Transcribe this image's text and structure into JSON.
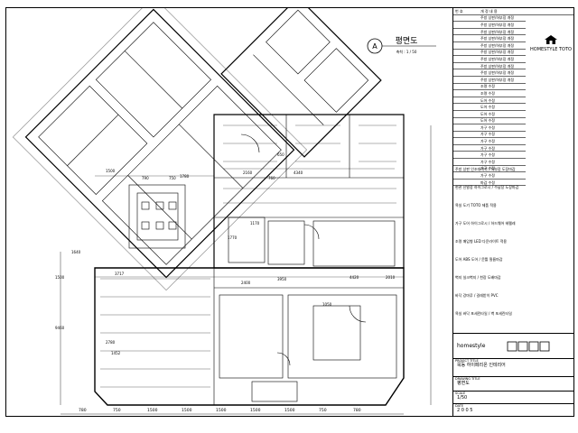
{
  "drawing": {
    "title": "평면도",
    "scale": "축척 : 1 / 50",
    "tag": "A"
  },
  "dimensions_bottom": [
    "780",
    "750",
    "1500",
    "1500",
    "1500",
    "1500",
    "1500",
    "750",
    "780"
  ],
  "dimensions_labels": [
    "1500",
    "2160",
    "4340",
    "1780",
    "2400",
    "3950",
    "4420",
    "3717",
    "9460",
    "1500",
    "2780",
    "1640",
    "2010",
    "1050",
    "1170",
    "1770",
    "1452",
    "650",
    "790",
    "750",
    "760"
  ],
  "brand": {
    "name": "HOMESTYLE TOTO"
  },
  "titleblock": {
    "header": [
      "번 호",
      "개 정 내 용"
    ],
    "revisions": [
      "주방 상판/하부장 개정",
      "주방 상판/하부장 개정",
      "주방 상판/하부장 개정",
      "주방 상판/하부장 개정",
      "주방 상판/하부장 개정",
      "주방 상판/하부장 개정",
      "주방 상판/하부장 개정",
      "주방 상판/하부장 개정",
      "주방 상판/하부장 개정",
      "주방 상판/하부장 개정",
      "조명 수정",
      "조명 수정",
      "도어 수정",
      "도어 수정",
      "도어 수정",
      "도어 수정",
      "가구 수정",
      "가구 수정",
      "가구 수정",
      "가구 수정",
      "가구 수정",
      "가구 수정",
      "가구 수정",
      "가구 수정",
      "마감 수정"
    ],
    "notes": [
      "주방 상판 인조대리석 / 하부장 도장마감",
      "현관 신발장 하이그로시 / 수납장 도장마감",
      "욕실 도기 TOTO 제품 적용",
      "가구 도어 하이그로시 / 하드웨어 헤펠레",
      "조명 매입형 LED 다운라이트 적용",
      "도어 ABS 도어 / 문틀 필름마감",
      "벽지 실크벽지 / 천장 도배마감",
      "바닥 강마루 / 걸레받이 PVC",
      "욕실 바닥 포세린타일 / 벽 포세린타일"
    ],
    "logo_text": "homestyle",
    "project_label": "PROJECT TITLE",
    "project": "목동 하이페리온 인테리어",
    "drawing_label": "DRAWING TITLE",
    "drawing_title": "평면도",
    "scale_label": "SCALE",
    "scale_value": "1/50",
    "date_label": "DATE",
    "date_value": "2 0 0 5"
  }
}
